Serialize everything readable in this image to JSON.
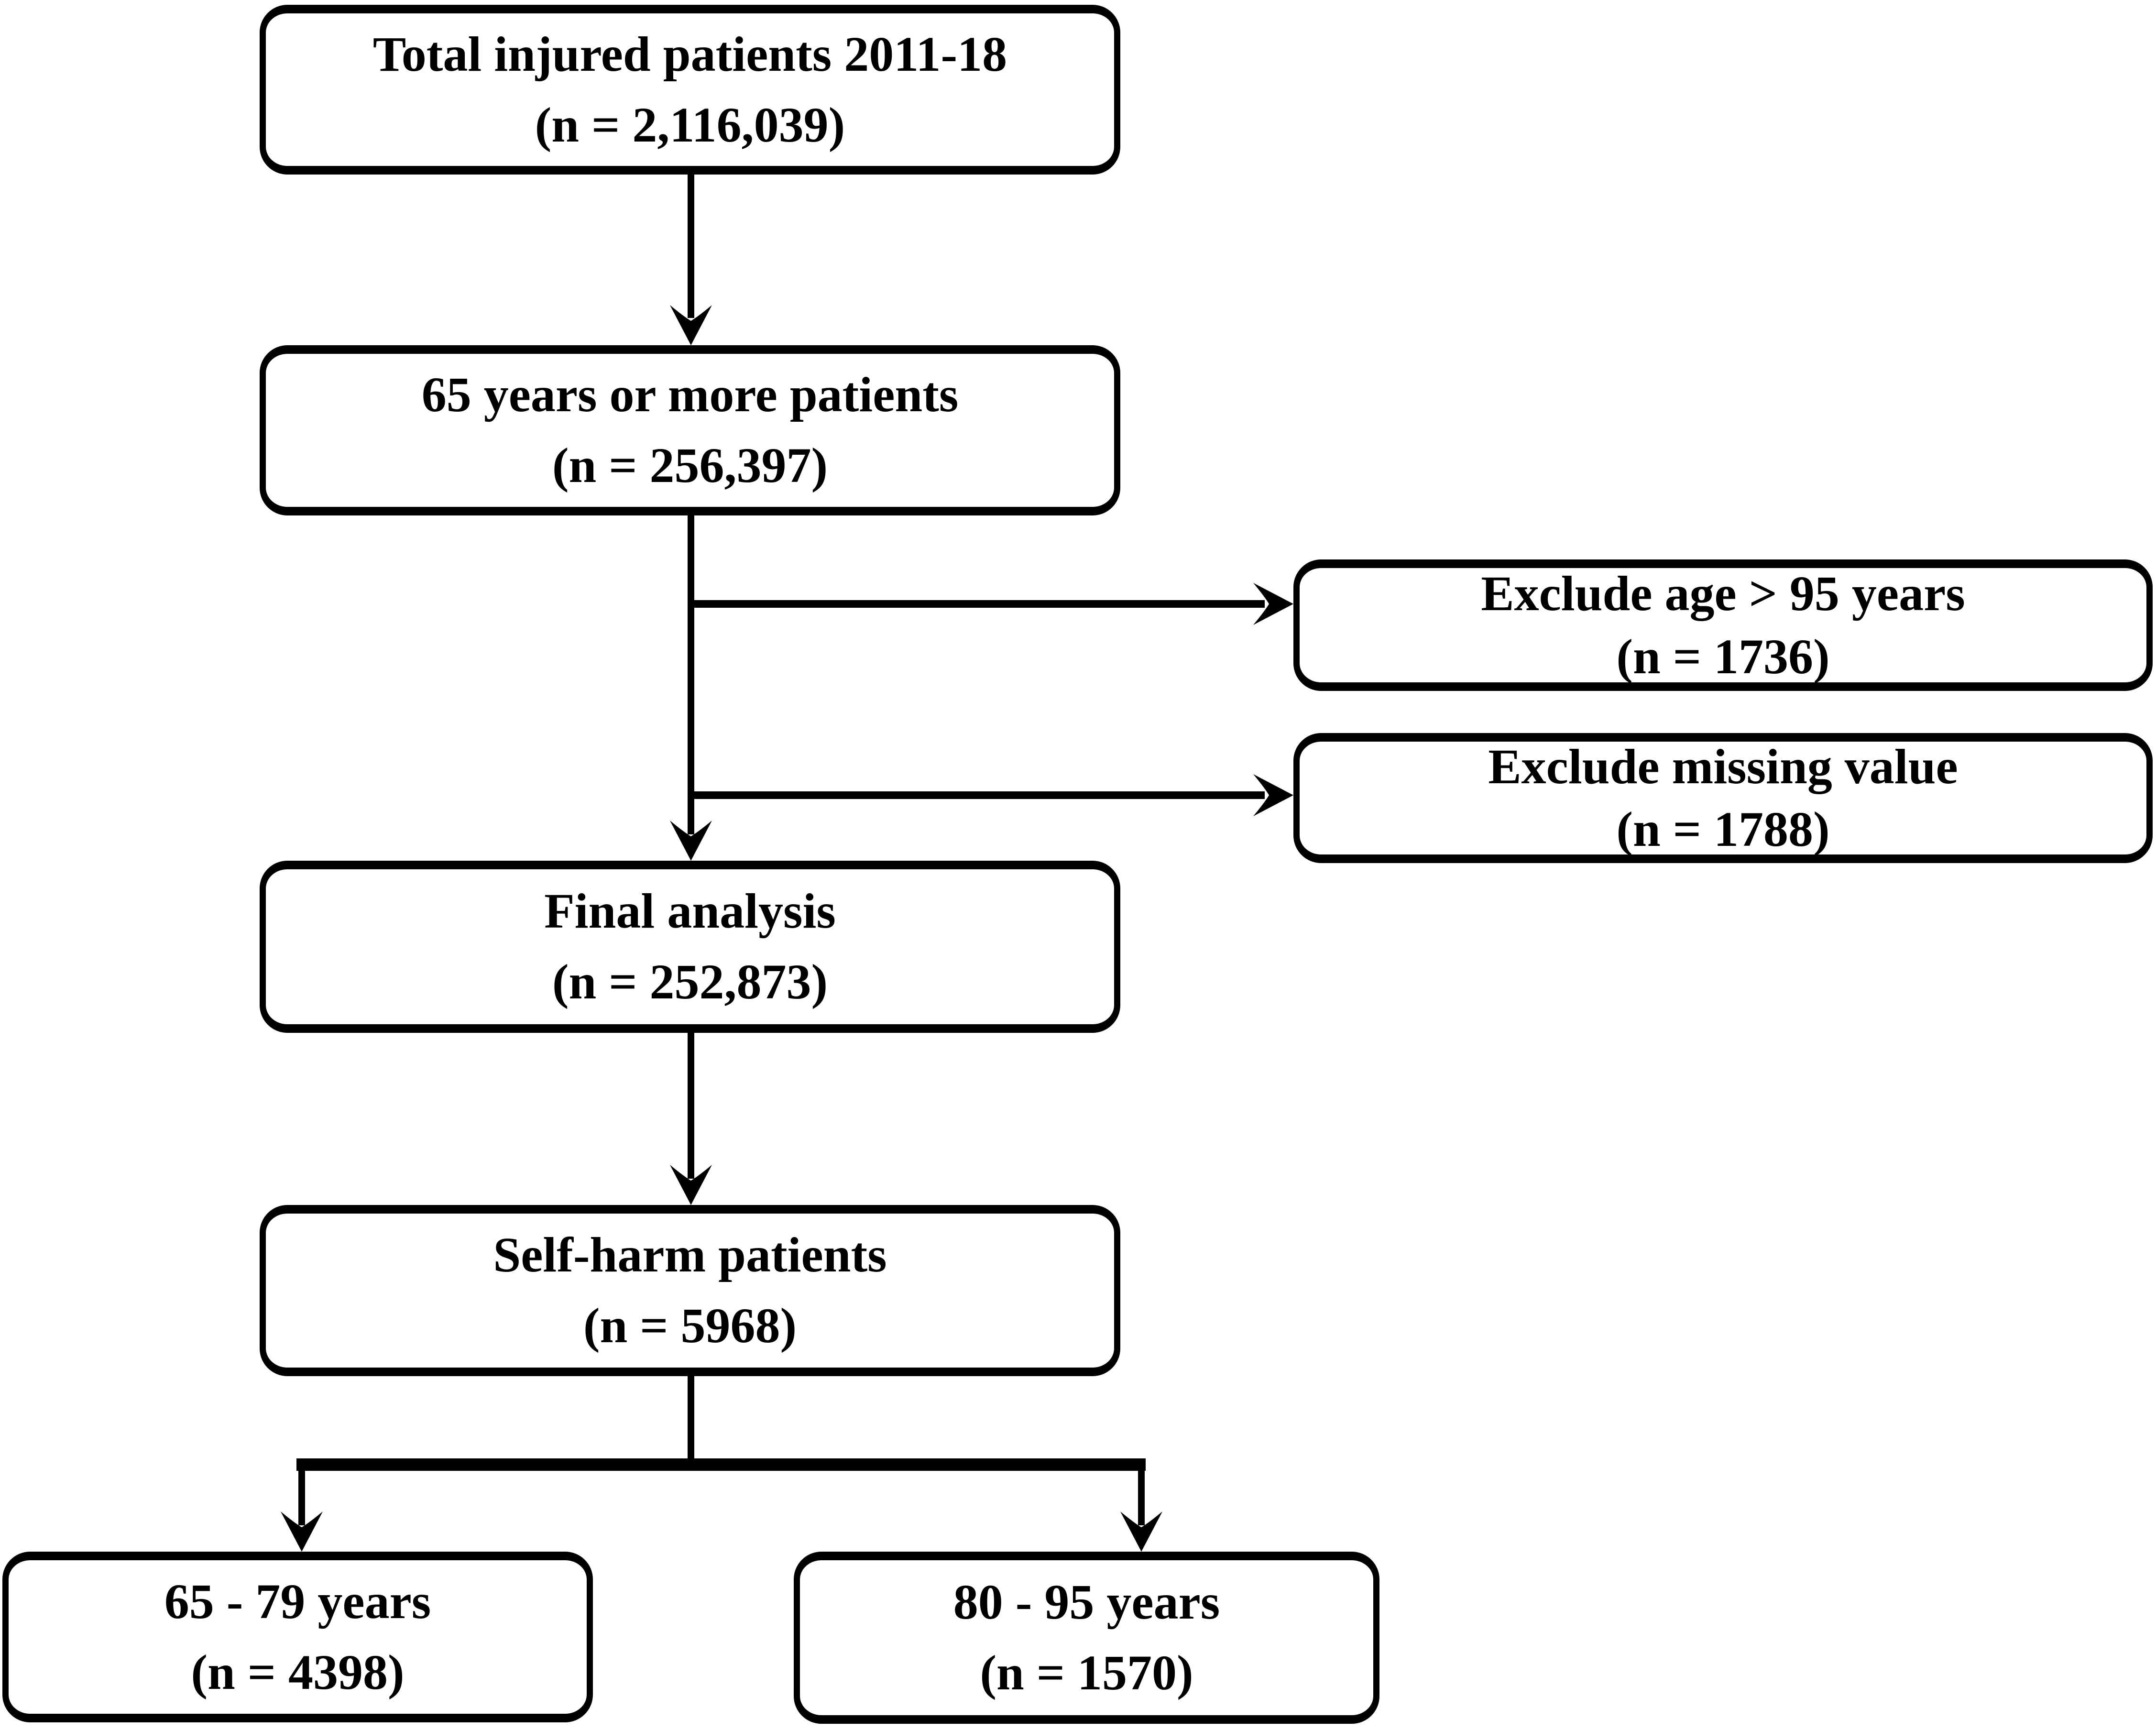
{
  "diagram": {
    "background_color": "#ffffff",
    "box_fill_color": "#ffffff",
    "box_border_color": "#000000",
    "text_color": "#000000",
    "connector_color": "#000000"
  },
  "nodes": {
    "total_injured": {
      "line1": "Total injured patients 2011-18",
      "line2": "(n = 2,116,039)"
    },
    "age_65_or_more": {
      "line1": "65 years or more patients",
      "line2": "(n = 256,397)"
    },
    "exclude_age_over_95": {
      "line1": "Exclude age > 95 years",
      "line2": "(n = 1736)"
    },
    "exclude_missing_value": {
      "line1": "Exclude missing value",
      "line2": "(n = 1788)"
    },
    "final_analysis": {
      "line1": "Final analysis",
      "line2": "(n = 252,873)"
    },
    "self_harm": {
      "line1": "Self-harm patients",
      "line2": "(n = 5968)"
    },
    "age_65_79": {
      "line1": "65 - 79 years",
      "line2": "(n = 4398)"
    },
    "age_80_95": {
      "line1": "80 - 95 years",
      "line2": "(n = 1570)"
    }
  },
  "edges": [
    {
      "from": "total_injured",
      "to": "age_65_or_more"
    },
    {
      "from": "age_65_or_more",
      "to": "exclude_age_over_95"
    },
    {
      "from": "age_65_or_more",
      "to": "exclude_missing_value"
    },
    {
      "from": "age_65_or_more",
      "to": "final_analysis"
    },
    {
      "from": "final_analysis",
      "to": "self_harm"
    },
    {
      "from": "self_harm",
      "to": "age_65_79"
    },
    {
      "from": "self_harm",
      "to": "age_80_95"
    }
  ]
}
